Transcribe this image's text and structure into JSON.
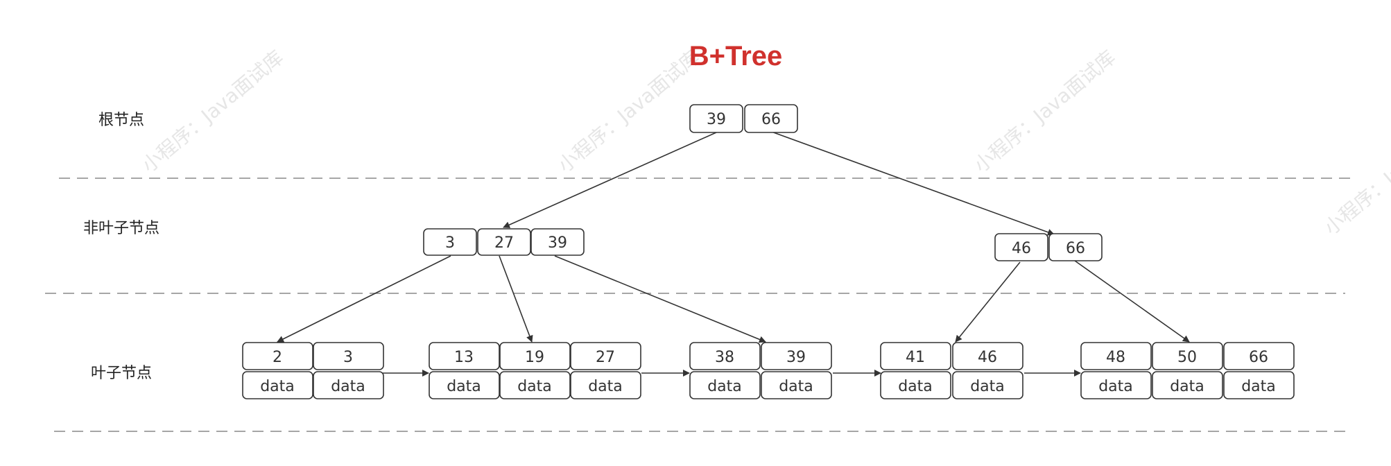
{
  "title": "B+Tree",
  "colors": {
    "title": "#d0312d",
    "stroke": "#333333",
    "text": "#333333",
    "divider": "#888888",
    "watermark": "#e6e6e6"
  },
  "levels": [
    {
      "id": "root",
      "label": "根节点"
    },
    {
      "id": "internal",
      "label": "非叶子节点"
    },
    {
      "id": "leaf",
      "label": "叶子节点"
    }
  ],
  "root": {
    "keys": [
      "39",
      "66"
    ]
  },
  "internal_nodes": [
    {
      "keys": [
        "3",
        "27",
        "39"
      ]
    },
    {
      "keys": [
        "46",
        "66"
      ]
    }
  ],
  "leaf_nodes": [
    {
      "keys": [
        "2",
        "3"
      ],
      "payload": [
        "data",
        "data"
      ]
    },
    {
      "keys": [
        "13",
        "19",
        "27"
      ],
      "payload": [
        "data",
        "data",
        "data"
      ]
    },
    {
      "keys": [
        "38",
        "39"
      ],
      "payload": [
        "data",
        "data"
      ]
    },
    {
      "keys": [
        "41",
        "46"
      ],
      "payload": [
        "data",
        "data"
      ]
    },
    {
      "keys": [
        "48",
        "50",
        "66"
      ],
      "payload": [
        "data",
        "data",
        "data"
      ]
    }
  ],
  "watermark": "小程序：Java面试库"
}
